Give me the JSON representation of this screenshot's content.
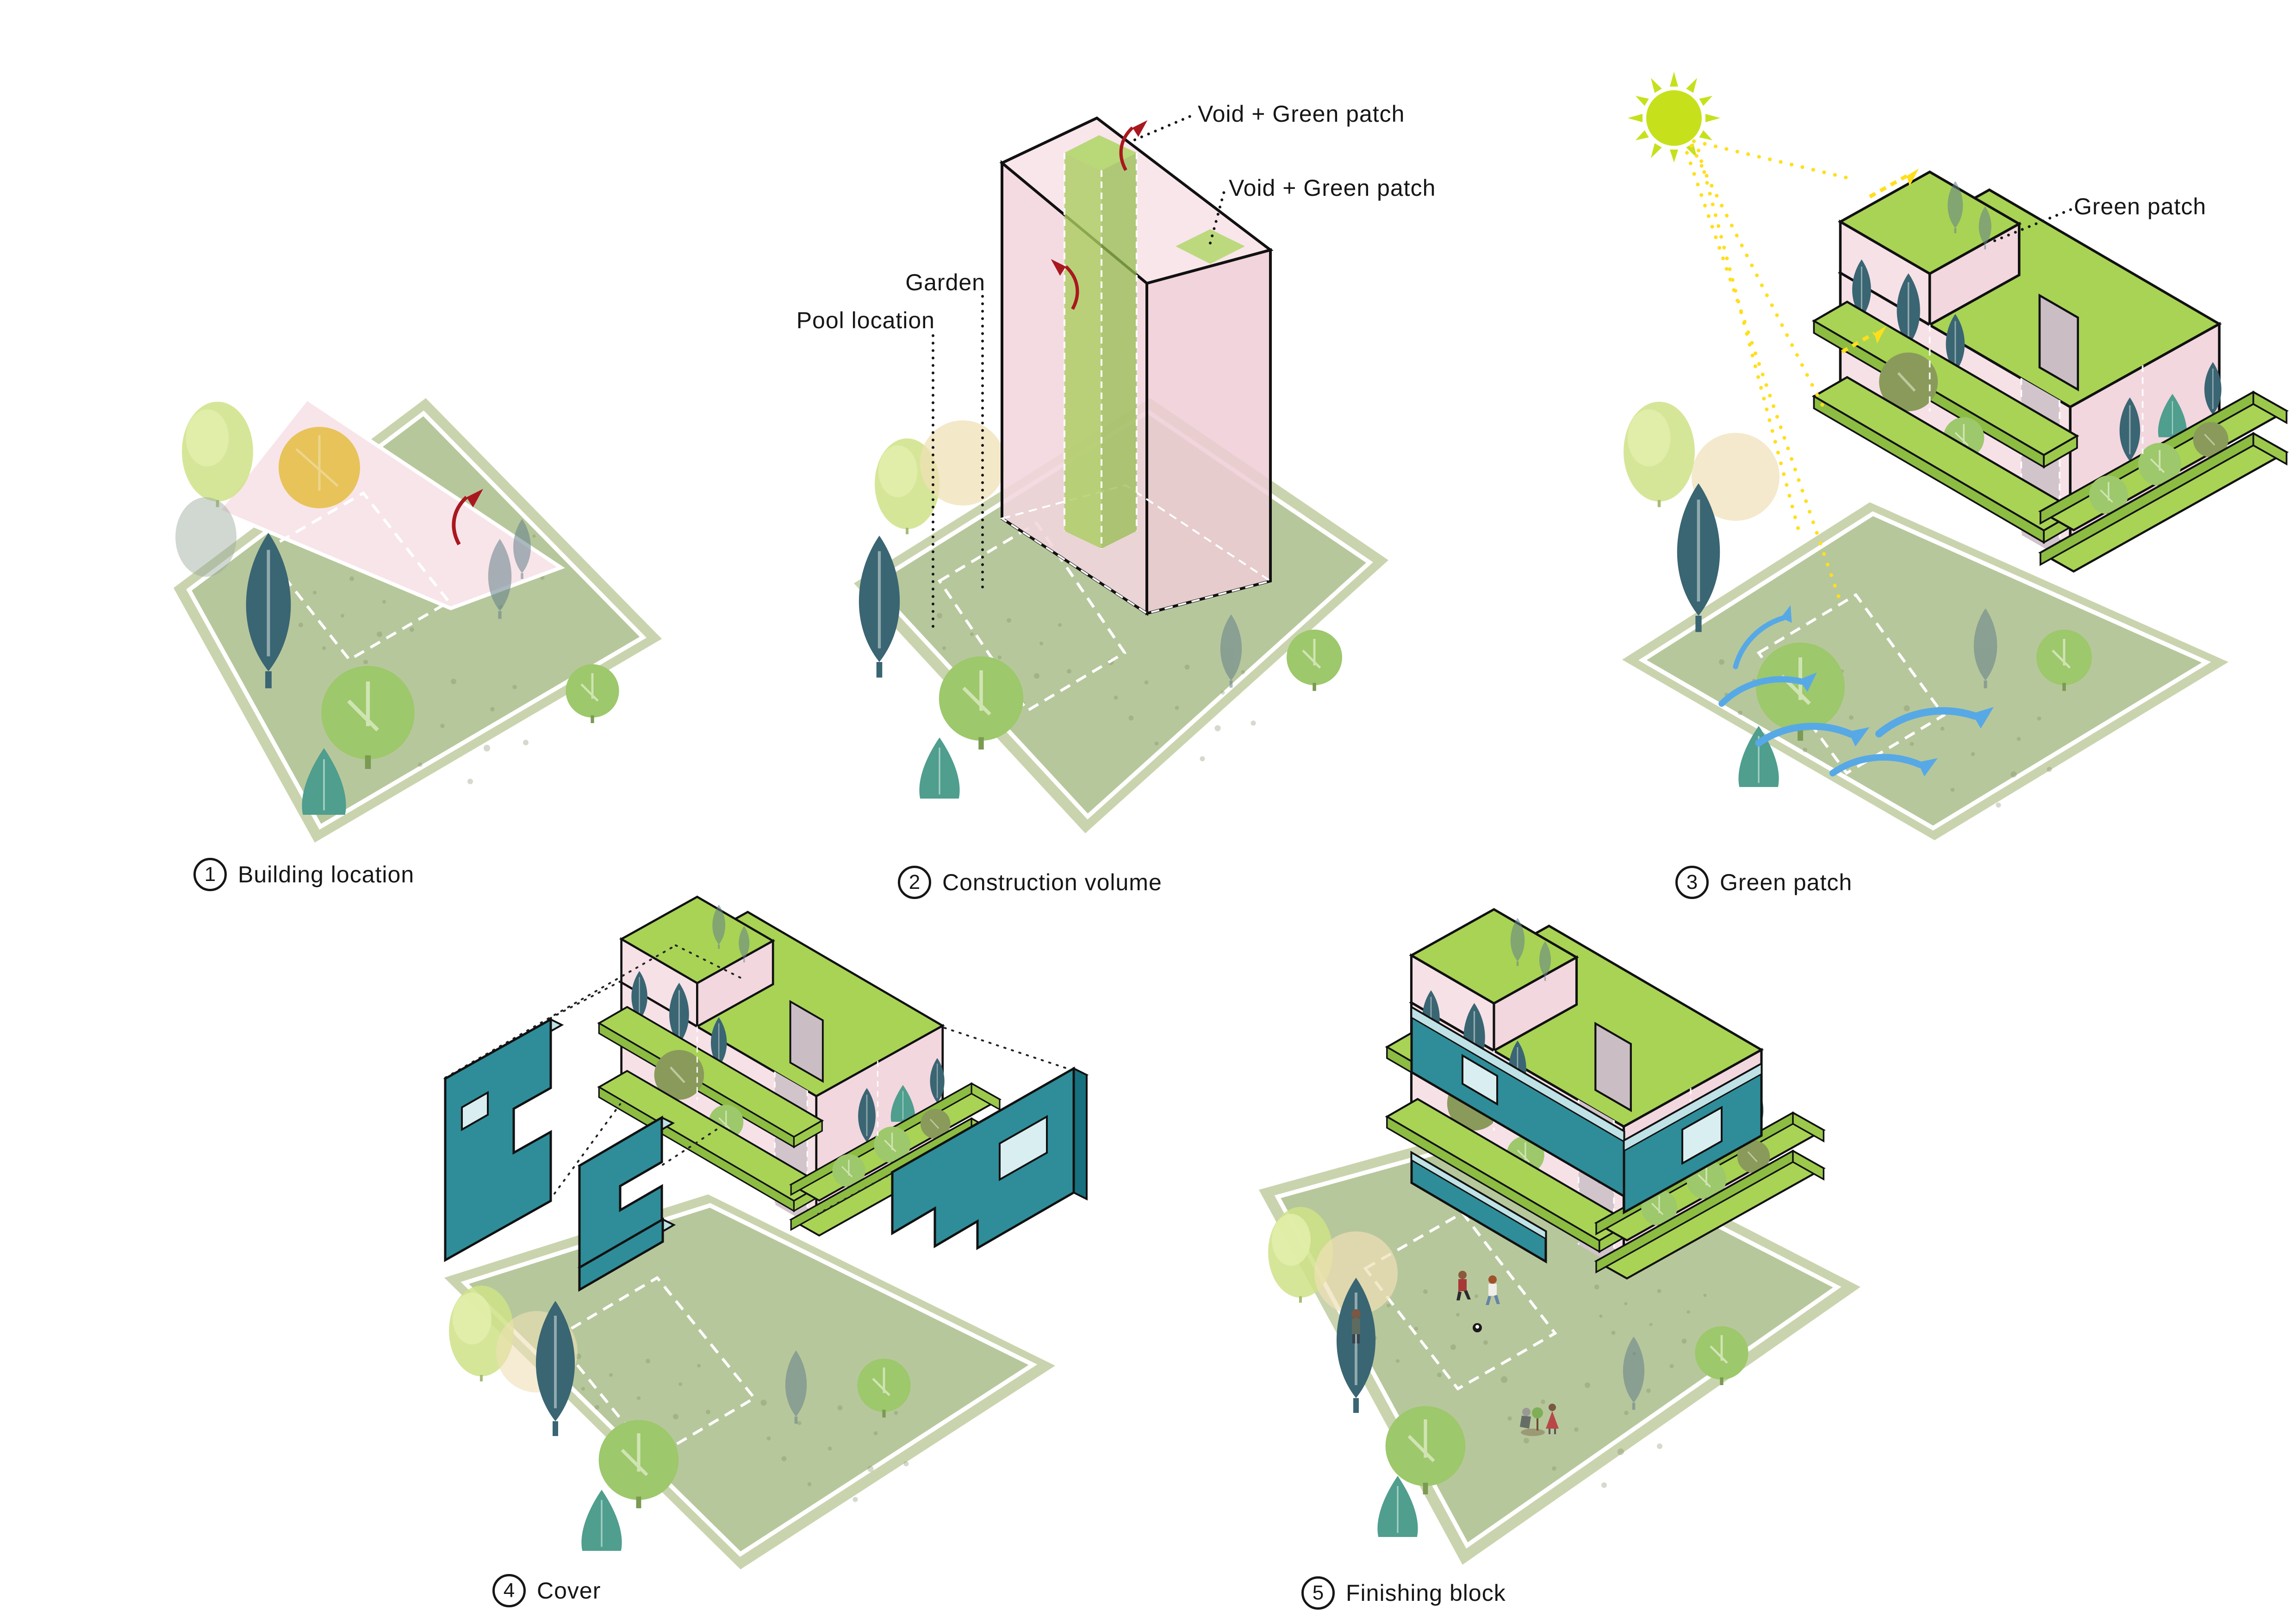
{
  "captions": [
    {
      "number": "1",
      "label": "Building location"
    },
    {
      "number": "2",
      "label": "Construction volume"
    },
    {
      "number": "3",
      "label": "Green patch"
    },
    {
      "number": "4",
      "label": "Cover"
    },
    {
      "number": "5",
      "label": "Finishing block"
    }
  ],
  "annotations": {
    "void_green_top": "Void + Green patch",
    "void_green_mid": "Void + Green patch",
    "garden": "Garden",
    "pool_location": "Pool location",
    "green_patch": "Green patch"
  },
  "colors": {
    "background": "#ffffff",
    "site_band": "#c9d4ae",
    "lawn": "#b7c79c",
    "building_pink": "#f6e1e7",
    "building_pink_side": "#f2d7de",
    "footprint_pink": "#f8e5e9",
    "green_patch": "#a8d355",
    "green_edge": "#8cbc42",
    "cover_teal": "#2e8d99",
    "teal_reveal": "#bfe2e6",
    "outline": "#111111",
    "red_arrow": "#a9181f",
    "sun": "#c6e11c",
    "ray_yellow": "#ffdf1c",
    "wind_blue": "#57a9e6",
    "cypress": "#3a6573",
    "tree_green": "#9dc86b",
    "tree_olive": "#8a9a5b",
    "tree_teal": "#4f9e8e",
    "tree_ochre": "#e7c35a"
  }
}
